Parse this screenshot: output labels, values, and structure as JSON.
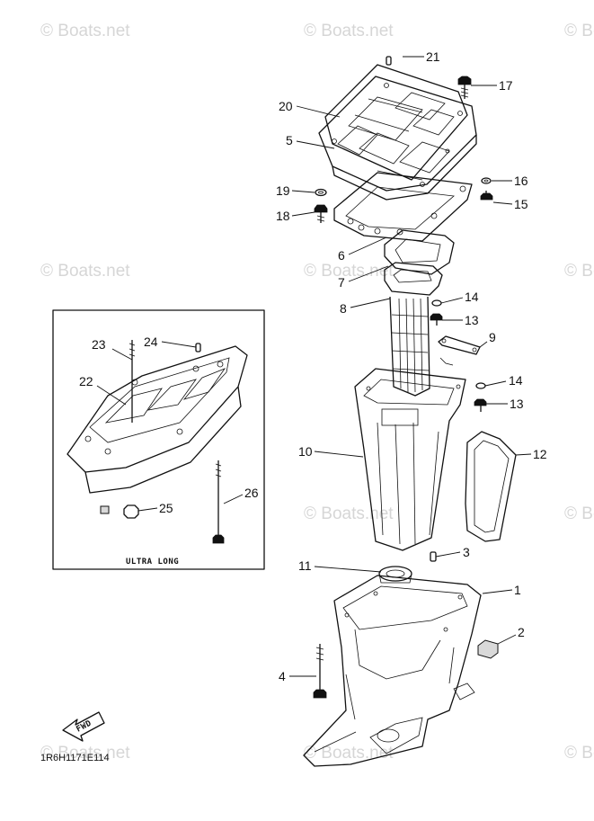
{
  "watermark": "© Boats.net",
  "diagram_code": "1R6H1171E114",
  "inset": {
    "label": "ULTRA LONG"
  },
  "fwd_label": "FWD",
  "callouts": {
    "p1": "1",
    "p2": "2",
    "p3": "3",
    "p4": "4",
    "p5": "5",
    "p6": "6",
    "p7": "7",
    "p8": "8",
    "p9": "9",
    "p10": "10",
    "p11": "11",
    "p12": "12",
    "p13a": "13",
    "p13b": "13",
    "p14a": "14",
    "p14b": "14",
    "p15": "15",
    "p16": "16",
    "p17": "17",
    "p18": "18",
    "p19": "19",
    "p20": "20",
    "p21": "21",
    "p22": "22",
    "p23": "23",
    "p24": "24",
    "p25": "25",
    "p26": "26"
  }
}
